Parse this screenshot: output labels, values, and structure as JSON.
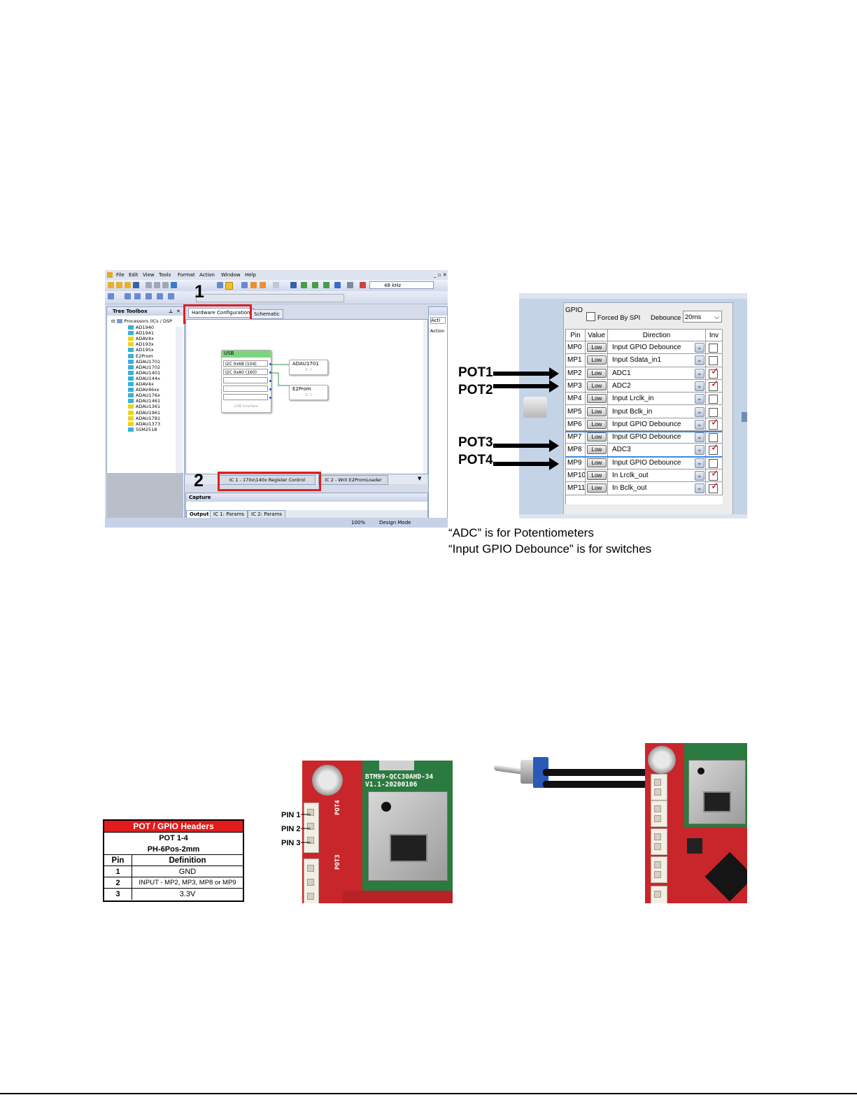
{
  "sigma_studio": {
    "menu": [
      "File",
      "Edit",
      "View",
      "Tools",
      "Format",
      "Action",
      "Window",
      "Help"
    ],
    "sample_rate": "48 kHz",
    "tree_toolbox_title": "Tree Toolbox",
    "tree_root": "Processors (ICs / DSP",
    "tree_items": [
      "AD1940",
      "AD1941",
      "ADAV4x",
      "AD193x",
      "AD195x",
      "E2Prom",
      "ADAU1701",
      "ADAU1702",
      "ADAU1401",
      "ADAU144x",
      "ADAV4x",
      "ADAV46xx",
      "ADAU176x",
      "ADAU1461",
      "ADAU1361",
      "ADAU1961",
      "ADAU1781",
      "ADAU1373",
      "SSM2518"
    ],
    "tabs": {
      "hardware": "Hardware Configuration",
      "schematic": "Schematic"
    },
    "right_pane": {
      "tab": "Acti",
      "action": "Action"
    },
    "usb_block": {
      "title": "USB",
      "rows": [
        "I2C 0x68 (104)",
        "I2C 0xA0 (160)",
        "--",
        "--",
        "--"
      ],
      "footer": "USB Interface"
    },
    "adau_block": {
      "title": "ADAU1701",
      "sub": "IC 1"
    },
    "e2prom_block": {
      "title": "E2Prom",
      "sub": "IC 2"
    },
    "bottom_tabs": [
      "IC 1 - 170x\\140x Register Control",
      "IC 2 - Writ E2PromLoader"
    ],
    "capture": "Capture",
    "output_tabs": [
      "Output",
      "IC 1: Params",
      "IC 2: Params"
    ],
    "status": {
      "zoom": "100%",
      "mode": "Design Mode"
    },
    "step_numbers": [
      "1",
      "2"
    ]
  },
  "gpio": {
    "title": "GPIO",
    "forced_by_spi": "Forced By SPI",
    "debounce_label": "Debounce",
    "debounce_value": "20ms",
    "headers": [
      "Pin",
      "Value",
      "Direction",
      "Inv"
    ],
    "rows": [
      {
        "pin": "MP0",
        "value": "Low",
        "direction": "Input  GPIO Debounce",
        "inv": false
      },
      {
        "pin": "MP1",
        "value": "Low",
        "direction": "Input  Sdata_in1",
        "inv": false
      },
      {
        "pin": "MP2",
        "value": "Low",
        "direction": "ADC1",
        "inv": true
      },
      {
        "pin": "MP3",
        "value": "Low",
        "direction": "ADC2",
        "inv": true
      },
      {
        "pin": "MP4",
        "value": "Low",
        "direction": "Input  Lrclk_in",
        "inv": false
      },
      {
        "pin": "MP5",
        "value": "Low",
        "direction": "Input  Bclk_in",
        "inv": false
      },
      {
        "pin": "MP6",
        "value": "Low",
        "direction": "Input  GPIO Debounce",
        "inv": true
      },
      {
        "pin": "MP7",
        "value": "Low",
        "direction": "Input  GPIO Debounce",
        "inv": false
      },
      {
        "pin": "MP8",
        "value": "Low",
        "direction": "ADC3",
        "inv": true
      },
      {
        "pin": "MP9",
        "value": "Low",
        "direction": "Input  GPIO Debounce",
        "inv": false
      },
      {
        "pin": "MP10",
        "value": "Low",
        "direction": "In Lrclk_out",
        "inv": true
      },
      {
        "pin": "MP11",
        "value": "Low",
        "direction": "In Bclk_out",
        "inv": true
      }
    ]
  },
  "pot_labels": [
    "POT1",
    "POT2",
    "POT3",
    "POT4"
  ],
  "notes": [
    "“ADC” is for Potentiometers",
    "“Input GPIO Debounce” is for switches"
  ],
  "pot_table": {
    "title": "POT / GPIO Headers",
    "subtitle1": "POT 1-4",
    "subtitle2": "PH-6Pos-2mm",
    "headers": [
      "Pin",
      "Definition"
    ],
    "rows": [
      {
        "pin": "1",
        "definition": "GND"
      },
      {
        "pin": "2",
        "definition": "INPUT - MP2, MP3, MP8 or MP9"
      },
      {
        "pin": "3",
        "definition": "3.3V"
      }
    ]
  },
  "photo_labels": [
    "PIN 1",
    "PIN 2",
    "PIN 3"
  ],
  "pcb_silk": {
    "module": "BTM99-QCC30AHD-34",
    "version": "V1.1-20200106",
    "pot4": "POT4",
    "pot3": "POT3"
  },
  "colors": {
    "red_highlight": "#e02020",
    "table_title_bg": "#e31b1b",
    "check_red": "#e00000",
    "pcb_red": "#c8262b"
  }
}
